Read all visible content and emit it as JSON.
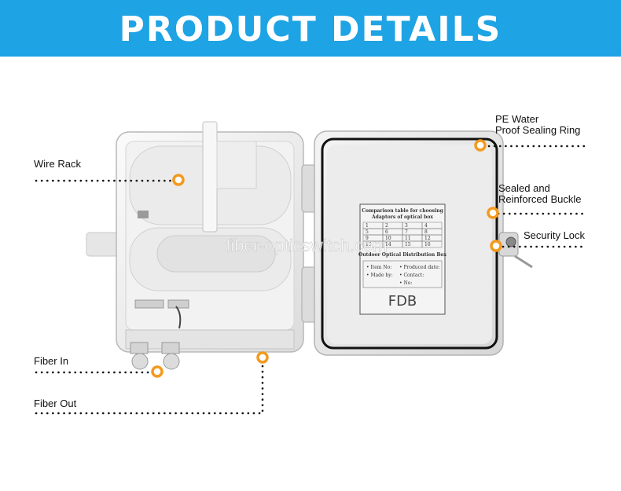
{
  "banner": {
    "title": "PRODUCT DETAILS"
  },
  "callouts": {
    "wire_rack": "Wire Rack",
    "fiber_in": "Fiber In",
    "fiber_out": "Fiber Out",
    "pe_ring_line1": "PE Water",
    "pe_ring_line2": "Proof Sealing Ring",
    "buckle_line1": "Sealed and",
    "buckle_line2": "Reinforced Buckle",
    "security_lock": "Security Lock"
  },
  "panel": {
    "title_line1": "Comparison table for choosing",
    "title_line2": "Adaptors of optical box",
    "table_rows": [
      [
        "1",
        "2",
        "3",
        "4"
      ],
      [
        "5",
        "6",
        "7",
        "8"
      ],
      [
        "9",
        "10",
        "11",
        "12"
      ],
      [
        "13",
        "14",
        "15",
        "16"
      ]
    ],
    "subtitle": "Outdoor Optical Distribution Box",
    "item_no": "• Item No:",
    "produced_date": "• Produced date:",
    "made_by": "• Made by:",
    "contact": "• Contact:",
    "no": "• No:",
    "brand": "FDB"
  },
  "watermark": "fiber-opticswitch.com",
  "colors": {
    "banner": "#1ea3e4",
    "marker": "#f39a1e",
    "leader": "#111111"
  }
}
